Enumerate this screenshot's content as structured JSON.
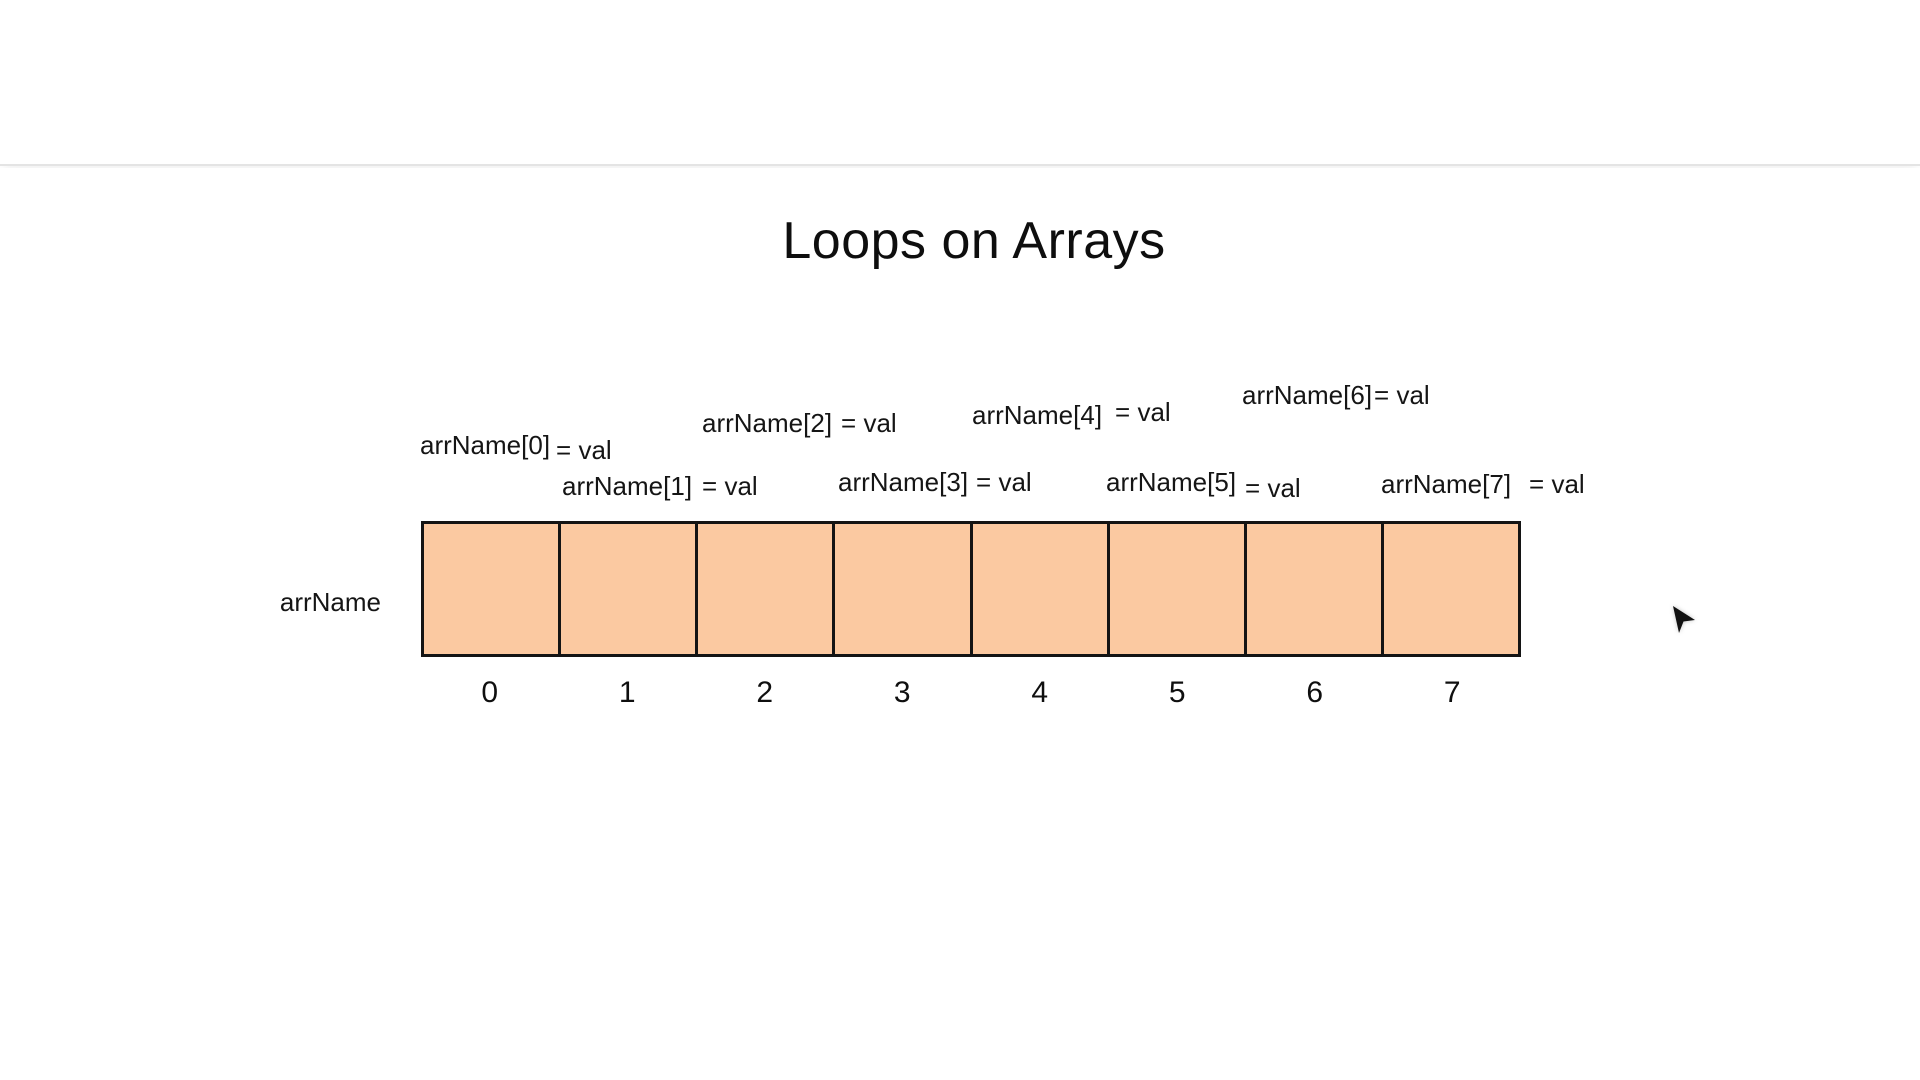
{
  "title": "Loops on Arrays",
  "array": {
    "label": "arrName",
    "cell_count": 8,
    "indices": [
      "0",
      "1",
      "2",
      "3",
      "4",
      "5",
      "6",
      "7"
    ]
  },
  "annotations": [
    {
      "name": "arrName[0]",
      "eq": "= val"
    },
    {
      "name": "arrName[1]",
      "eq": "= val"
    },
    {
      "name": "arrName[2]",
      "eq": "= val"
    },
    {
      "name": "arrName[3]",
      "eq": "= val"
    },
    {
      "name": "arrName[4]",
      "eq": "= val"
    },
    {
      "name": "arrName[5]",
      "eq": "= val"
    },
    {
      "name": "arrName[6]",
      "eq": "= val"
    },
    {
      "name": "arrName[7]",
      "eq": "= val"
    }
  ],
  "colors": {
    "cell_fill": "#FBC9A1",
    "cell_border": "#141414",
    "header_divider": "#E4E4E4",
    "cursor_fill": "#111111"
  }
}
